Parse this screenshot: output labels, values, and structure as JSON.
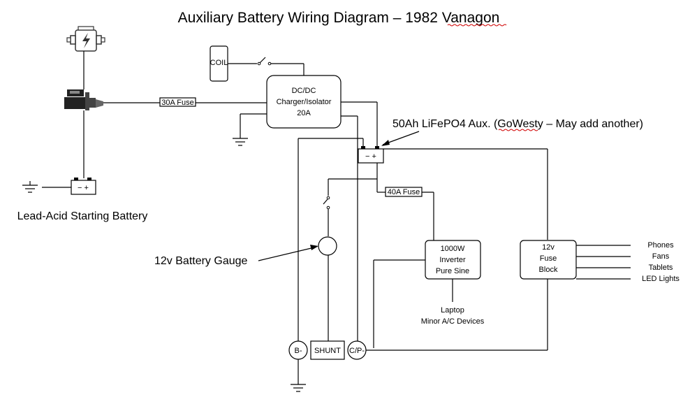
{
  "title": "Auxiliary Battery Wiring Diagram – 1982 Vanagon",
  "components": {
    "coil": "COIL",
    "dcdc": [
      "DC/DC",
      "Charger/Isolator",
      "20A"
    ],
    "fuse_30a": "30A Fuse",
    "fuse_40a": "40A Fuse",
    "inverter": [
      "1000W",
      "Inverter",
      "Pure Sine"
    ],
    "fuse_block": [
      "12v",
      "Fuse",
      "Block"
    ],
    "meter_b": "B-",
    "shunt": "SHUNT",
    "meter_cp": "C/P-",
    "aux_terminals": "−  +",
    "start_terminals": "−  +"
  },
  "labels": {
    "aux_battery": "50Ah LiFePO4 Aux. (GoWesty – May add another)",
    "start_battery": "Lead-Acid Starting Battery",
    "gauge": "12v Battery Gauge",
    "inverter_load_1": "Laptop",
    "inverter_load_2": "Minor A/C Devices"
  },
  "loads": [
    "Phones",
    "Fans",
    "Tablets",
    "LED Lights"
  ],
  "icons": [
    "alternator-icon",
    "starter-motor-icon",
    "ground-icon",
    "battery-icon",
    "switch-icon",
    "gauge-icon"
  ]
}
